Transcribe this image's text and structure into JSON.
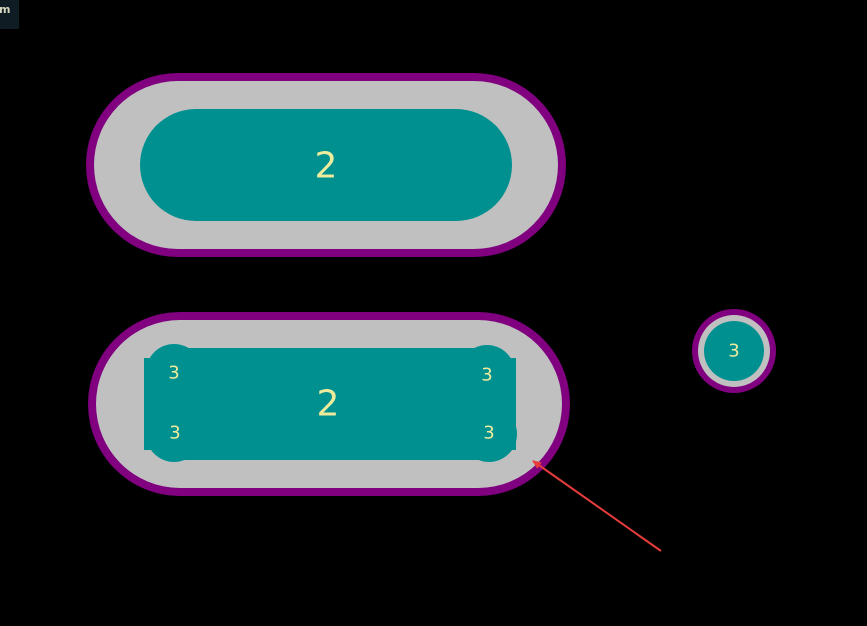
{
  "corner_tab": {
    "text": "m"
  },
  "colors": {
    "background": "#000000",
    "solder_mask_outline": "#800080",
    "keepout_fill": "#c0c0c0",
    "copper_fill": "#009090",
    "label_text": "#ecec9c",
    "arrow": "#e83c3c"
  },
  "pads": {
    "upper_slot": {
      "label": "2"
    },
    "lower_slot": {
      "label": "2",
      "vias": [
        {
          "label": "3"
        },
        {
          "label": "3"
        },
        {
          "label": "3"
        },
        {
          "label": "3"
        }
      ]
    },
    "single_via": {
      "label": "3"
    }
  }
}
